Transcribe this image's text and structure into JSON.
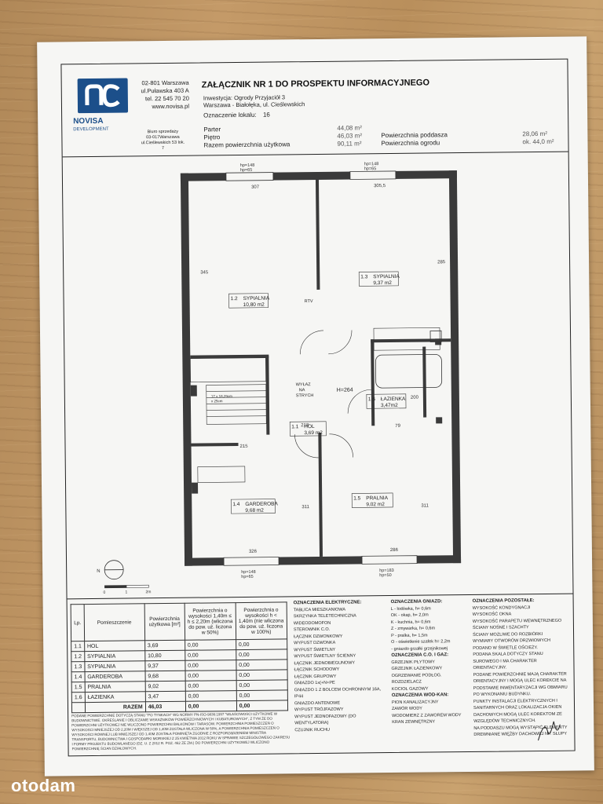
{
  "company": {
    "name": "NOVISA",
    "sub": "DEVELOPMENT",
    "address_lines": [
      "02-801 Warszawa",
      "ul.Puławska 403 A",
      "tel. 22 545 70 20",
      "www.novisa.pl"
    ],
    "office_lines": [
      "Biuro sprzedaży",
      "03-017Warszawa",
      "ul.Cieślewskich 53 lok.",
      "7"
    ]
  },
  "header": {
    "title": "ZAŁĄCZNIK NR 1 DO PROSPEKTU INFORMACYJNEGO",
    "investment_line1": "Inwestycja: Ogrody Przyjaciół 3",
    "investment_line2": "Warszawa - Białołęka, ul. Cieślewskich",
    "lokal_label": "Oznaczenie lokalu:",
    "lokal_value": "16",
    "parter_label": "Parter",
    "parter_value": "44,08 m²",
    "pietro_label": "Piętro",
    "pietro_value": "46,03 m²",
    "razem_label": "Razem powierzchnia użytkowa",
    "razem_value": "90,11 m²",
    "poddasze_label": "Powierzchnia poddasza",
    "poddasze_value": "28,06 m²",
    "ogrod_label": "Powierzchnia ogrodu",
    "ogrod_value": "ok. 44,0 m²"
  },
  "plan": {
    "rooms": [
      {
        "num": "1.2",
        "name": "SYPIALNIA",
        "area": "10,80 m2"
      },
      {
        "num": "1.3",
        "name": "SYPIALNIA",
        "area": "9,37 m2"
      },
      {
        "num": "1.1",
        "name": "HOL",
        "area": "3,69 m2"
      },
      {
        "num": "1.6",
        "name": "ŁAZIENKA",
        "area": "3,47m2"
      },
      {
        "num": "1.4",
        "name": "GARDEROBA",
        "area": "9,68 m2"
      },
      {
        "num": "1.5",
        "name": "PRALNIA",
        "area": "9,02 m2"
      }
    ],
    "labels": {
      "wylaz": "WYŁAZ",
      "na": "NA",
      "strych": "STRYCH",
      "h264": "H=264",
      "rtv": "RTV",
      "stairs": "17 x 18,29cm",
      "stairs2": "x 25cm",
      "window_top_left": "hp=148",
      "window_top_left2": "hp=65",
      "window_top_right": "hp=148",
      "window_top_right2": "hp=65",
      "window_bottom_left": "hp=148",
      "window_bottom_left2": "hp=65",
      "window_bottom_right": "hp=183",
      "window_bottom_right2": "hp=50",
      "dim_307": "307",
      "dim_3055": "305,5",
      "dim_345": "345",
      "dim_285": "285",
      "dim_215": "215",
      "dim_218": "218",
      "dim_200": "200",
      "dim_79": "79",
      "dim_311a": "311",
      "dim_311b": "311",
      "dim_326": "326",
      "dim_286": "286",
      "scale_0": "0",
      "scale_1": "1",
      "scale_2": "2m",
      "north": "N"
    }
  },
  "table": {
    "headers": [
      "Lp.",
      "Pomieszczenie",
      "Powierzchnia użytkowa [m²]",
      "Powierzchnia o wysokości 1,40m ≤ h ≤ 2,20m (wliczona do pow. uż. liczona w 50%)",
      "Powierzchnia o wysokości h < 1,40m (nie wliczona do pow. uż. liczona w 100%)"
    ],
    "rows": [
      [
        "1.1",
        "HOL",
        "3,69",
        "0,00",
        "0,00"
      ],
      [
        "1.2",
        "SYPIALNIA",
        "10,80",
        "0,00",
        "0,00"
      ],
      [
        "1.3",
        "SYPIALNIA",
        "9,37",
        "0,00",
        "0,00"
      ],
      [
        "1.4",
        "GARDEROBA",
        "9,68",
        "0,00",
        "0,00"
      ],
      [
        "1.5",
        "PRALNIA",
        "9,02",
        "0,00",
        "0,00"
      ],
      [
        "1.6",
        "ŁAZIENKA",
        "3,47",
        "0,00",
        "0,00"
      ]
    ],
    "total": [
      "",
      "RAZEM",
      "46,03",
      "0,00",
      "0,00"
    ]
  },
  "legend": {
    "elec_title": "OZNACZENIA ELEKTRYCZNE:",
    "elec": [
      "TABLICA MIESZKANIOWA",
      "SKRZYNKA TELETECHNICZNA",
      "WIDEODOMOFON",
      "STEROWNIK C.O.",
      "ŁĄCZNIK DZWONKOWY",
      "WYPUST DZWONKA",
      "WYPUST ŚWIETLNY",
      "WYPUST ŚWIETLNY ŚCIENNY",
      "ŁĄCZNIK JEDNOBIEGUNOWY",
      "ŁĄCZNIK SCHODOWY",
      "ŁĄCZNIK GRUPOWY",
      "GNIAZDO 1x(+N+PE",
      "GNIAZDO 1 Z BOLCEM OCHRONNYM 16A, IP44",
      "GNIAZDO ANTENOWE",
      "WYPUST TRÓJFAZOWY",
      "WYPUST JEDNOFAZOWY (DO WENTYLATORA)",
      "CZUJNIK RUCHU"
    ],
    "gniazd_title": "OZNACZENIA GNIAZD:",
    "gniazd": [
      "L - lodówka, h= 0,6m",
      "OK - okap, h= 2,0m",
      "K - kuchnia, h= 0,6m",
      "Z - zmywarka, h= 0,6m",
      "P - pralka, h= 1,5m",
      "O - oświetlenie szafek h= 2,2m",
      "- gniazdo grzałki grzejnikowej"
    ],
    "co_title": "OZNACZENIA C.O. I GAZ:",
    "co": [
      "GRZEJNIK PŁYTOWY",
      "GRZEJNIK ŁAZIENKOWY",
      "OGRZEWANIE PODŁOG.",
      "ROZDZIELACZ",
      "KOCIOŁ GAZOWY"
    ],
    "wod_title": "OZNACZENIA WOD-KAN:",
    "wod": [
      "PION KANALIZACYJNY",
      "ZAWÓR WODY",
      "WODOMIERZ Z ZAWOREM WODY",
      "KRAN ZEWNĘTRZNY"
    ],
    "poz_title": "OZNACZENIA POZOSTAŁE:",
    "poz": [
      "WYSOKOŚĆ KONDYGNACJI",
      "WYSOKOŚĆ OKNA",
      "WYSOKOŚĆ PARAPETU WEWNĘTRZNEGO",
      "ŚCIANY NOŚNE I SZACHTY",
      "ŚCIANY MOŻLIWE DO ROZBIÓRKI",
      "WYMIARY OTWORÓW DRZWIOWYCH PODANO W ŚWIETLE OŚCIEŻY.",
      "PODANA SKALA DOTYCZY STANU SUROWEGO I MA CHARAKTER ORIENTACYJNY.",
      "PODANE POWIERZCHNIE MAJĄ CHARAKTER ORIENTACYJNY I MOGĄ ULEC KOREKCIE NA PODSTAWIE INWENTARYZACJI WG OBMIARU PO WYKONANIU BUDYNKU.",
      "PUNKTY INSTALACJI ELEKTRYCZNYCH I SANITARNYCH ORAZ LOKALIZACJA OKIEN DACHOWYCH MOGĄ ULEC KOREKTOM ZE WZGLĘDÓW TECHNICZNYCH.",
      "NA PODDASZU MOGĄ WYSTĄPIĆ ELEMENTY DREWNIANE WIĘŹBY DACHOWEJ NP. SŁUPY"
    ],
    "note": "PODANE POWIERZCHNIE DOTYCZĄ STANU \"PO TYNKACH\" WG NORMY PN-ISO-9836:1997 \"WŁAŚCIWOŚCI UŻYTKOWE W BUDOWNICTWIE. OKREŚLANIE I OBLICZANIE WSKAŹNIKÓW POWIERZCHNIOWYCH I KUBATUROWYCH\", Z TYM ŻE DO POWIERZCHNI UŻYTKOWEJ NIE WLICZONO POWIERZCHNI BALKONÓW I TARASÓW. POWIERZCHNIA POMIESZCZEŃ O WYSOKOŚCI MNIEJSZEJ OD 2,20M I WIĘKSZEJ OD 1,40M ZOSTAŁA WLICZONA W 50%, A POWIERZCHNIA POMIESZCZEŃ O WYSOKOŚCI RÓWNEJ LUB MNIEJSZEJ OD 1,40M ZOSTAŁA POMINIĘTA ZGODNIE Z ROZPORZĄDZENIEM MINISTRA TRANSPORTU, BUDOWNICTWA I GOSPODARKI MORSKIEJ Z 25 KWIETNIA 2012 ROKU W SPRAWIE SZCZEGÓŁOWEGO ZAKRESU I FORMY PROJEKTU BUDOWLANEGO (DZ. U. Z 2012 R. POZ. 462 ZE ZM.) DO POWIERZCHNI UŻYTKOWEJ WLICZONO POWIERZCHNIĘ ŚCIAN DZIAŁOWYCH."
  },
  "watermark": "otodam",
  "colors": {
    "brand": "#1c4f8a",
    "wall": "#3a3a3a",
    "paper": "#f6f6f4"
  }
}
